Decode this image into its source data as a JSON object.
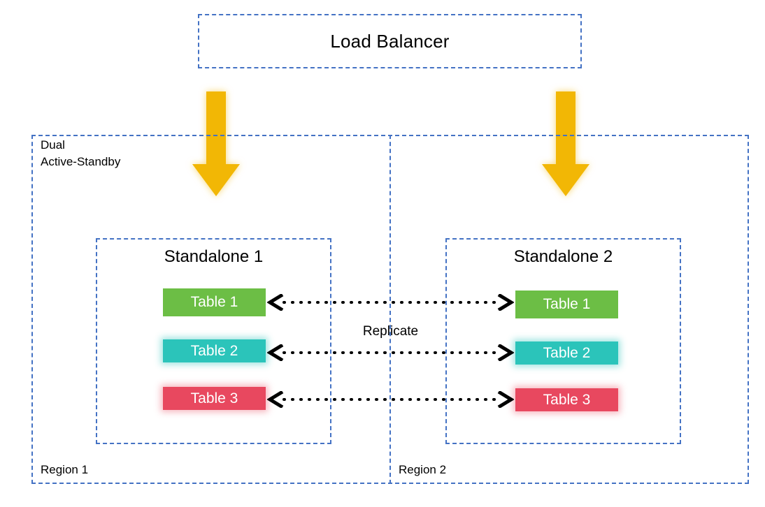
{
  "diagram": {
    "load_balancer": {
      "label": "Load Balancer"
    },
    "dual_container": {
      "title": "Dual\nActive-Standby"
    },
    "regions": [
      {
        "label": "Region 1"
      },
      {
        "label": "Region 2"
      }
    ],
    "standalones": [
      {
        "title": "Standalone 1",
        "tables": [
          {
            "label": "Table 1",
            "color": "#6CBE45"
          },
          {
            "label": "Table 2",
            "color": "#2BC4BA"
          },
          {
            "label": "Table 3",
            "color": "#E8485F"
          }
        ]
      },
      {
        "title": "Standalone 2",
        "tables": [
          {
            "label": "Table 1",
            "color": "#6CBE45"
          },
          {
            "label": "Table 2",
            "color": "#2BC4BA"
          },
          {
            "label": "Table 3",
            "color": "#E8485F"
          }
        ]
      }
    ],
    "replication": {
      "label": "Replicate",
      "direction": "bidirectional",
      "line_style": "dotted",
      "count": 3
    },
    "traffic_arrows": {
      "count": 2,
      "color": "#F2B705",
      "direction": "down"
    },
    "colors": {
      "border_blue": "#4472C4",
      "gold": "#F2B705",
      "green": "#6CBE45",
      "teal": "#2BC4BA",
      "pink": "#E8485F",
      "text": "#000000",
      "background": "#FFFFFF"
    }
  }
}
